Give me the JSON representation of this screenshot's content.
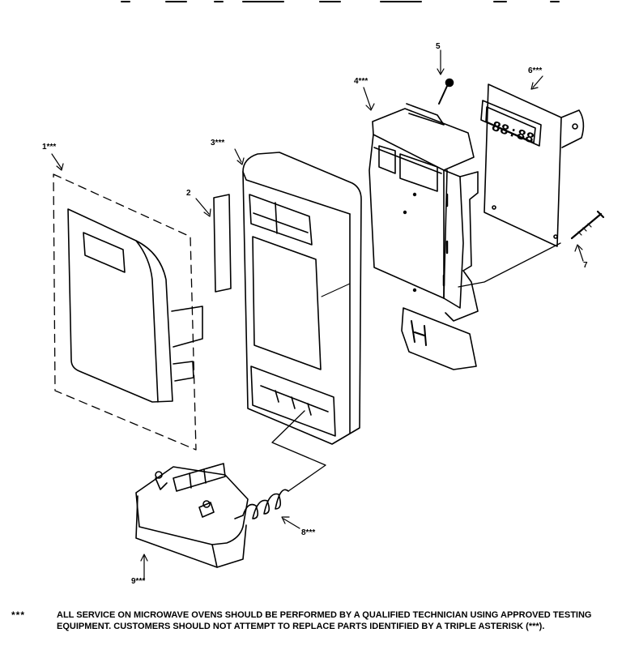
{
  "callouts": {
    "c1": "1***",
    "c2": "2",
    "c3": "3***",
    "c4": "4***",
    "c5": "5",
    "c6": "6***",
    "c7": "7",
    "c8": "8***",
    "c9": "9***"
  },
  "display_readout": "88:88",
  "footnote": {
    "mark": "***",
    "text": "ALL SERVICE ON MICROWAVE OVENS SHOULD BE PERFORMED BY A  QUALIFIED TECHNICIAN USING APPROVED TESTING EQUIPMENT.  CUSTOMERS SHOULD NOT ATTEMPT TO REPLACE PARTS IDENTIFIED BY A TRIPLE ASTERISK (***)."
  }
}
